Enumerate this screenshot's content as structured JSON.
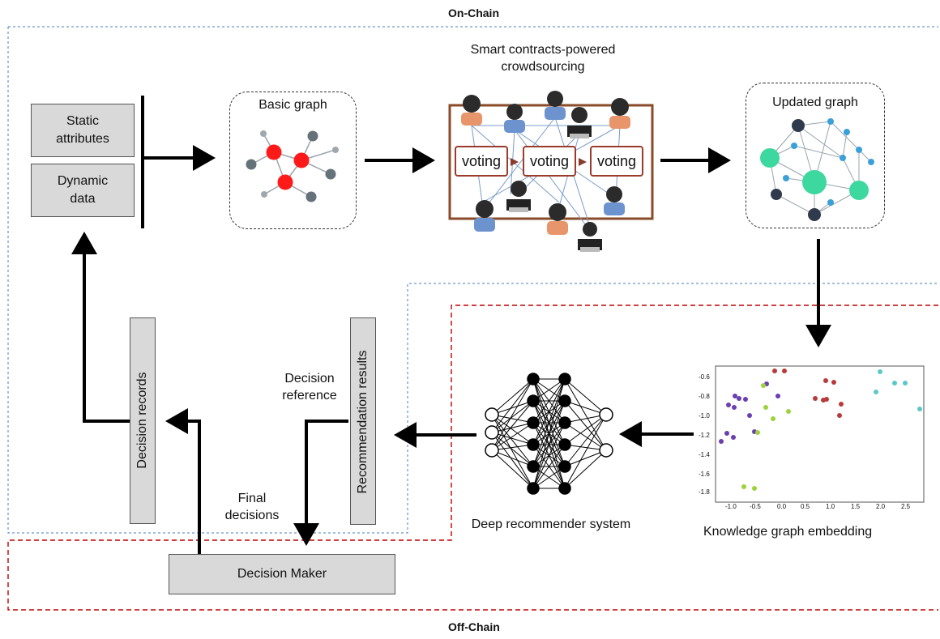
{
  "zones": {
    "on_chain_title": "On-Chain",
    "off_chain_title": "Off-Chain"
  },
  "inputs": {
    "static_label": "Static attributes",
    "dynamic_label": "Dynamic data"
  },
  "basic_graph": {
    "title": "Basic graph"
  },
  "crowdsourcing": {
    "title": "Smart contracts-powered crowdsourcing",
    "voting_labels": [
      "voting",
      "voting",
      "voting"
    ]
  },
  "updated_graph": {
    "title": "Updated graph"
  },
  "embedding": {
    "caption": "Knowledge graph embedding",
    "x_ticks": [
      "-1.0",
      "-0.5",
      "0.0",
      "0.5",
      "1.0",
      "1.5",
      "2.0",
      "2.5"
    ],
    "y_ticks": [
      "-0.6",
      "-0.8",
      "-1.0",
      "-1.2",
      "-1.4",
      "-1.6",
      "-1.8"
    ],
    "cluster_colors": [
      "#6a3fb0",
      "#b93a3a",
      "#9fd13a",
      "#5ac8c8"
    ]
  },
  "recommender": {
    "caption": "Deep recommender system"
  },
  "recommendation_results": {
    "label": "Recommendation results"
  },
  "decision_records": {
    "label": "Decision records"
  },
  "decision_reference": {
    "label": "Decision reference"
  },
  "final_decisions": {
    "label": "Final decisions"
  },
  "decision_maker": {
    "label": "Decision Maker"
  },
  "colors": {
    "on_chain_border": "#4a7ebb",
    "off_chain_border": "#c00000",
    "box_fill": "#d9d9d9",
    "basic_node_red": "#ff1a1a",
    "basic_node_gray": "#66727a",
    "updated_node_green": "#3dd8a0",
    "updated_node_dark": "#2f3a4d",
    "updated_node_blue": "#3aa0d8"
  }
}
